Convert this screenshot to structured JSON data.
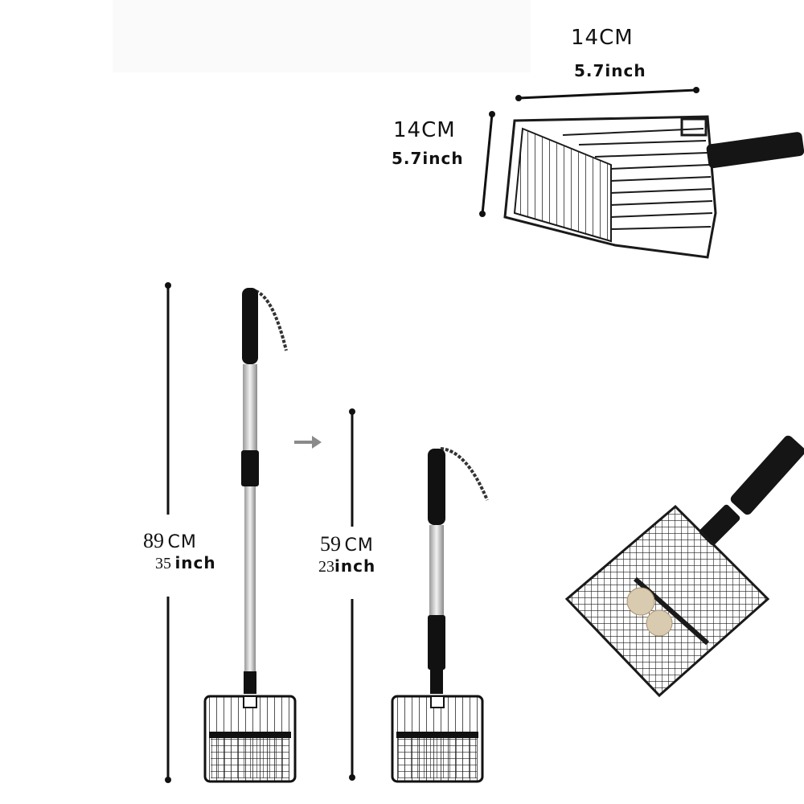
{
  "top_dimension": {
    "cm": "14CM",
    "inch": "5.7inch"
  },
  "side_dimension": {
    "cm": "14CM",
    "inch": "5.7inch"
  },
  "extended_length": {
    "cm_value": "89",
    "cm_unit": "CM",
    "inch_value": "35",
    "inch_unit": "inch"
  },
  "retracted_length": {
    "cm_value": "59",
    "cm_unit": "CM",
    "inch_value": "23",
    "inch_unit": "inch"
  },
  "colors": {
    "product": "#1a1a1a",
    "pole": "#c8c8c8",
    "arrow": "#8a8a8a",
    "background": "#ffffff"
  }
}
